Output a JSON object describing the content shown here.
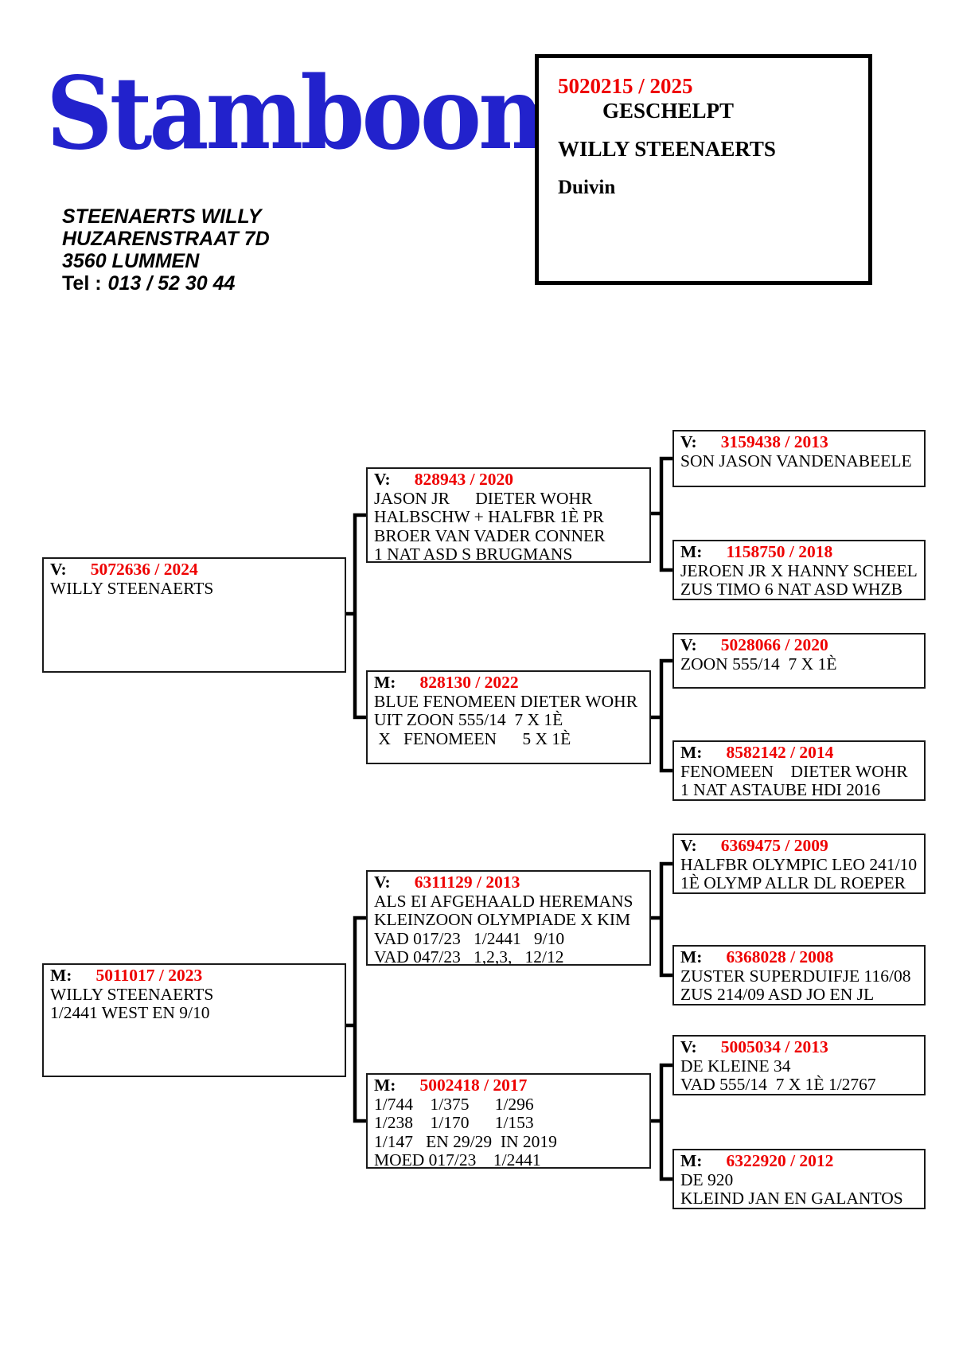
{
  "logo": {
    "text": "Stamboom"
  },
  "colors": {
    "logo_blue": "#2222cc",
    "ring_red": "#ee0000",
    "line_black": "#000000"
  },
  "owner_block": {
    "name": "STEENAERTS WILLY",
    "street": "HUZARENSTRAAT 7D",
    "city": "3560 LUMMEN",
    "tel_label": "Tel :",
    "tel_value": "013 / 52 30 44"
  },
  "header_box": {
    "ring": "5020215 / 2025",
    "color_label": "GESCHELPT",
    "owner": "WILLY STEENAERTS",
    "sex": "Duivin"
  },
  "pedigree": {
    "gen1": [
      {
        "tag": "V:",
        "ring": "5072636 / 2024",
        "lines": [
          "WILLY STEENAERTS"
        ]
      },
      {
        "tag": "M:",
        "ring": "5011017 / 2023",
        "lines": [
          "WILLY STEENAERTS",
          "1/2441 WEST EN 9/10"
        ]
      }
    ],
    "gen2": [
      {
        "tag": "V:",
        "ring": "828943 / 2020",
        "lines": [
          "JASON JR      DIETER WOHR",
          "HALBSCHW + HALFBR 1È PR",
          "BROER VAN VADER CONNER",
          "1 NAT ASD S BRUGMANS"
        ]
      },
      {
        "tag": "M:",
        "ring": "828130 / 2022",
        "lines": [
          "BLUE FENOMEEN DIETER WOHR",
          "UIT ZOON 555/14  7 X 1È",
          " X   FENOMEEN      5 X 1È"
        ]
      },
      {
        "tag": "V:",
        "ring": "6311129 / 2013",
        "lines": [
          "ALS EI AFGEHAALD HEREMANS",
          "KLEINZOON OLYMPIADE X KIM",
          "VAD 017/23   1/2441   9/10",
          "VAD 047/23   1,2,3,   12/12"
        ]
      },
      {
        "tag": "M:",
        "ring": "5002418 / 2017",
        "lines": [
          "1/744    1/375      1/296",
          "1/238    1/170      1/153",
          "1/147   EN 29/29  IN 2019",
          "MOED 017/23    1/2441"
        ]
      }
    ],
    "gen3": [
      {
        "tag": "V:",
        "ring": "3159438 / 2013",
        "lines": [
          "SON JASON VANDENABEELE"
        ]
      },
      {
        "tag": "M:",
        "ring": "1158750 / 2018",
        "lines": [
          "JEROEN JR X HANNY SCHEEL",
          "ZUS TIMO 6 NAT ASD WHZB"
        ]
      },
      {
        "tag": "V:",
        "ring": "5028066 / 2020",
        "lines": [
          "ZOON 555/14  7 X 1È"
        ]
      },
      {
        "tag": "M:",
        "ring": "8582142 / 2014",
        "lines": [
          "FENOMEEN    DIETER WOHR",
          "1 NAT ASTAUBE HDI 2016"
        ]
      },
      {
        "tag": "V:",
        "ring": "6369475 / 2009",
        "lines": [
          "HALFBR OLYMPIC LEO 241/10",
          "1È OLYMP ALLR DL ROEPER"
        ]
      },
      {
        "tag": "M:",
        "ring": "6368028 / 2008",
        "lines": [
          "ZUSTER SUPERDUIFJE 116/08",
          "ZUS 214/09 ASD JO EN JL"
        ]
      },
      {
        "tag": "V:",
        "ring": "5005034 / 2013",
        "lines": [
          "DE KLEINE 34",
          "VAD 555/14  7 X 1È 1/2767"
        ]
      },
      {
        "tag": "M:",
        "ring": "6322920 / 2012",
        "lines": [
          "DE 920",
          "KLEIND JAN EN GALANTOS"
        ]
      }
    ]
  }
}
